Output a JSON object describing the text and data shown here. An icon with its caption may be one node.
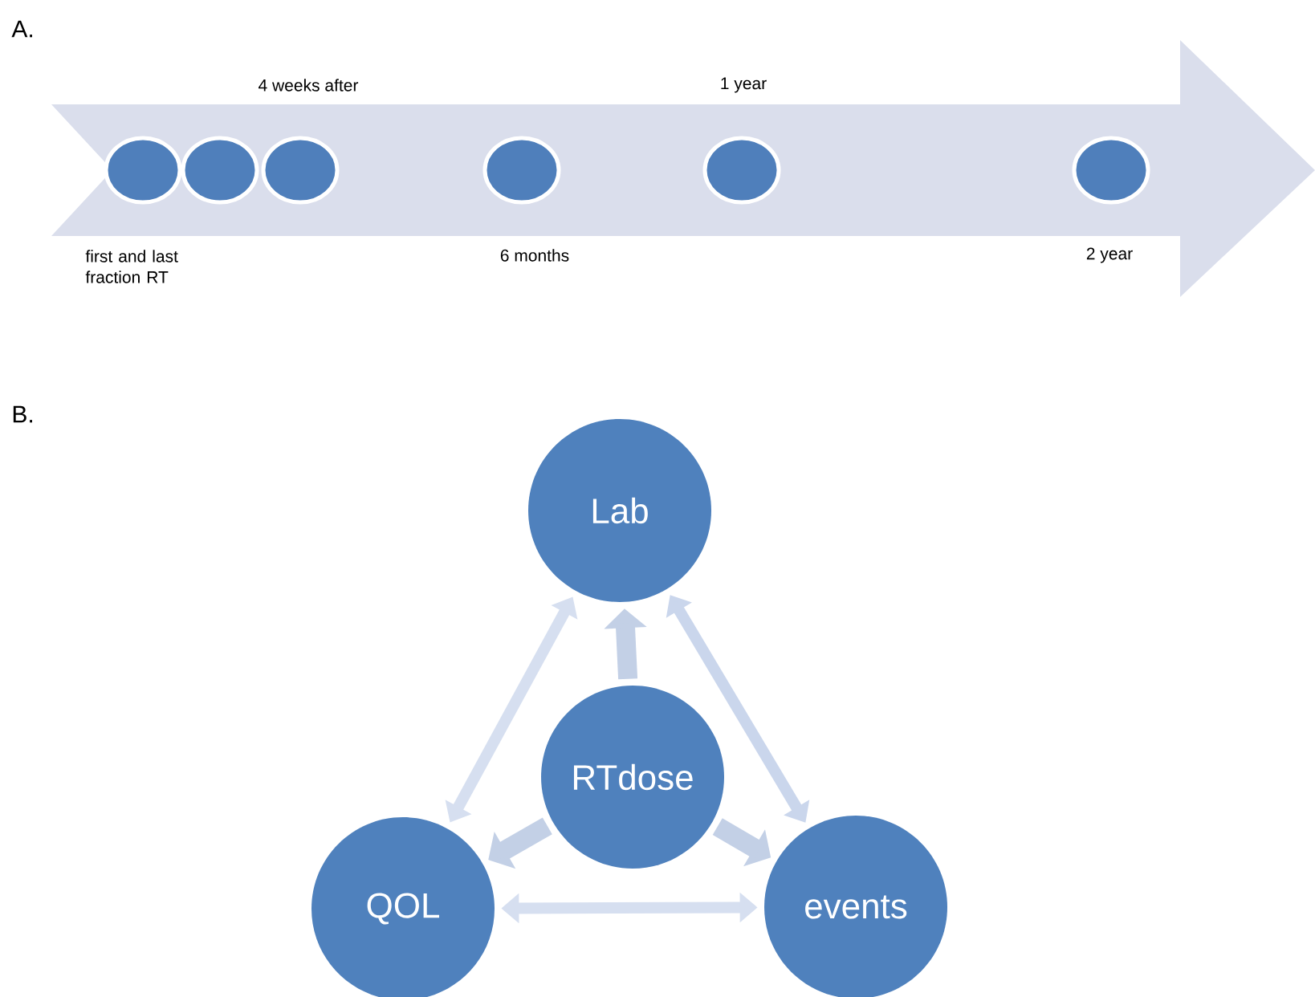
{
  "diagram": {
    "nodes": [
      {
        "text": [],
        "shape": "arrow"
      },
      {
        "text": [],
        "shape": "circle",
        "in": 0,
        "beside": [
          "first and last fraction RT"
        ]
      },
      {
        "text": [],
        "shape": "circle",
        "in": 0
      },
      {
        "text": [],
        "shape": "circle",
        "in": 0,
        "beside": [
          "4 weeks after"
        ]
      },
      {
        "text": [],
        "shape": "circle",
        "in": 0,
        "beside": [
          "6 months"
        ]
      },
      {
        "text": [],
        "shape": "circle",
        "in": 0,
        "beside": [
          "1 year"
        ]
      },
      {
        "text": [],
        "shape": "circle",
        "in": 0,
        "beside": [
          "2 year"
        ]
      },
      {
        "text": [
          "Lab"
        ]
      },
      {
        "text": [
          "RTdose"
        ]
      },
      {
        "text": [
          "QOL"
        ]
      },
      {
        "text": [
          "events"
        ]
      }
    ],
    "edges": [
      {
        "from": 8,
        "to": 7,
        "arrow": "to",
        "color": "#c3d0e6"
      },
      {
        "from": 8,
        "to": 9,
        "arrow": "to",
        "color": "#c3d0e6"
      },
      {
        "from": 8,
        "to": 10,
        "arrow": "to",
        "color": "#c3d0e6"
      },
      {
        "from": 7,
        "to": 9,
        "arrow": "both",
        "color": "#d6dff0"
      },
      {
        "from": 7,
        "to": 10,
        "arrow": "both",
        "color": "#cad6ec"
      },
      {
        "from": 9,
        "to": 10,
        "arrow": "both",
        "color": "#d6dff0"
      }
    ],
    "labels": [
      "A.",
      "B."
    ]
  }
}
